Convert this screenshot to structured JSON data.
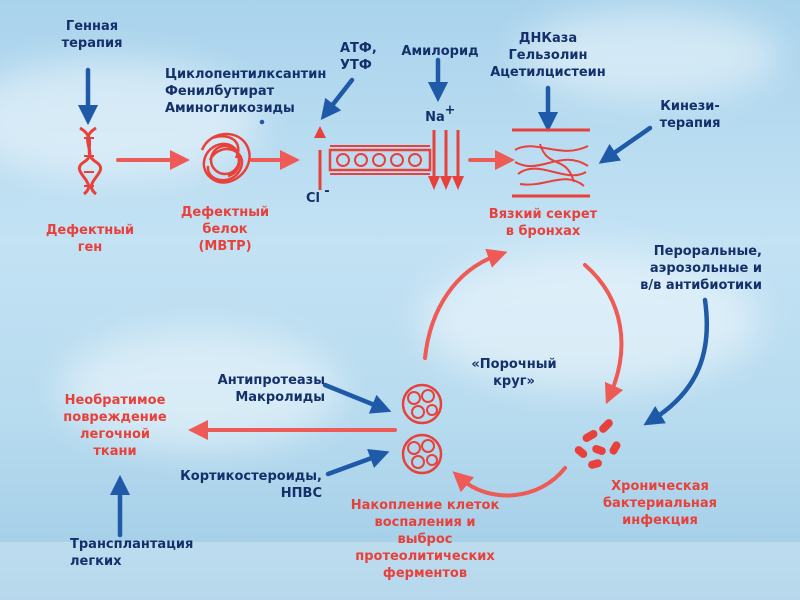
{
  "colors": {
    "blue_arrow": "#1f5aa8",
    "red_arrow": "#ee5a55",
    "red_text": "#e8413b",
    "blue_text": "#14306a"
  },
  "labels": {
    "gene_therapy": "Генная\nтерапия",
    "defective_gene": "Дефектный\nген",
    "drugs_top": "Циклопентилксантин\nФенилбутират\nАминогликозиды",
    "defective_protein": "Дефектный\nбелок\n(МВТР)",
    "atp_utp": "АТФ,\nУТФ",
    "amiloride": "Амилорид",
    "na_ion": "Na",
    "na_charge": "+",
    "cl_ion": "Cl",
    "cl_charge": "-",
    "dnase": "ДНКаза\nГельзолин\nАцетилцистеин",
    "kinesitherapy": "Кинези-\nтерапия",
    "viscous_secretion": "Вязкий секрет\nв бронхах",
    "antibiotics": "Пероральные,\nаэрозольные и\nв/в антибиотики",
    "vicious_circle": "«Порочный\nкруг»",
    "antiproteases": "Антипротеазы\nМакролиды",
    "irreversible_damage": "Необратимое\nповреждение\nлегочной\nткани",
    "corticosteroids": "Кортикостероиды,\nНПВС",
    "inflammation": "Накопление клеток\nвоспаления и\nвыброс\nпротеолитических\nферментов",
    "chronic_infection": "Хроническая\nбактериальная\nинфекция",
    "lung_transplant": "Трансплантация\nлегких"
  },
  "icons": [
    "dna-helix-icon",
    "tangled-protein-icon",
    "cell-membrane-channel-icon",
    "mucus-strands-icon",
    "inflammatory-cell-icon",
    "bacteria-icon"
  ]
}
